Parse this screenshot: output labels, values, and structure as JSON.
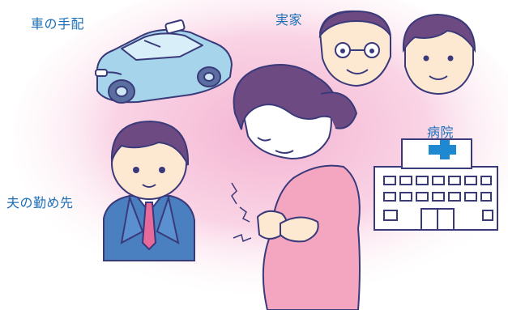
{
  "labels": {
    "car": "車の手配",
    "parents_home": "実家",
    "hospital": "病院",
    "husband_work": "夫の勤め先"
  },
  "colors": {
    "label_text": "#1d6fb8",
    "outline": "#3a3a7a",
    "pink_glow": "#f7c3db",
    "car_body": "#9fd0e8",
    "dress": "#f4a6c0",
    "hair": "#6e4a82",
    "suit": "#4a7fc0",
    "hospital_cross": "#1e88d0"
  },
  "illustrations": [
    {
      "name": "taxi-illustration"
    },
    {
      "name": "parents-illustration"
    },
    {
      "name": "pregnant-woman-illustration"
    },
    {
      "name": "husband-illustration"
    },
    {
      "name": "hospital-illustration"
    }
  ]
}
